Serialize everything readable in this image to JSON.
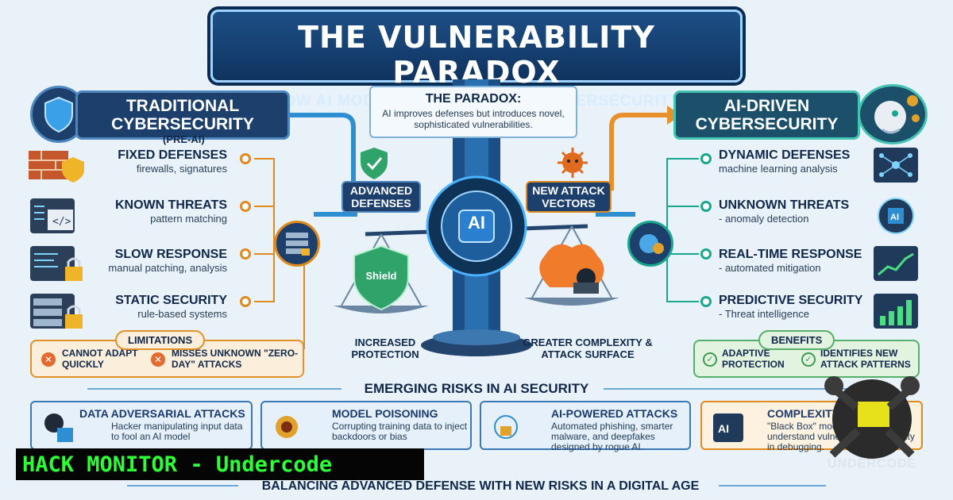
{
  "title": {
    "main": "THE VULNERABILITY PARADOX",
    "sub": "HOW AI MODELS ARE UPENDING CYBERSECURITY"
  },
  "left": {
    "heading": "TRADITIONAL CYBERSECURITY",
    "subheading": "(PRE-AI)",
    "items": [
      {
        "title": "FIXED DEFENSES",
        "sub": "firewalls, signatures"
      },
      {
        "title": "KNOWN THREATS",
        "sub": "pattern matching"
      },
      {
        "title": "SLOW RESPONSE",
        "sub": "manual patching, analysis"
      },
      {
        "title": "STATIC SECURITY",
        "sub": "rule-based systems"
      }
    ],
    "limitations": {
      "label": "LIMITATIONS",
      "a": "CANNOT ADAPT QUICKLY",
      "b": "MISSES UNKNOWN \"ZERO-DAY\" ATTACKS"
    }
  },
  "right": {
    "heading": "AI-DRIVEN CYBERSECURITY",
    "items": [
      {
        "title": "DYNAMIC DEFENSES",
        "sub": "machine learning analysis"
      },
      {
        "title": "UNKNOWN THREATS",
        "sub": "- anomaly detection"
      },
      {
        "title": "REAL-TIME RESPONSE",
        "sub": "- automated mitigation"
      },
      {
        "title": "PREDICTIVE SECURITY",
        "sub": "- Threat intelligence"
      }
    ],
    "benefits": {
      "label": "BENEFITS",
      "a": "ADAPTIVE PROTECTION",
      "b": "IDENTIFIES NEW ATTACK PATTERNS"
    }
  },
  "center": {
    "paradox_title": "THE PARADOX:",
    "paradox_text": "AI improves defenses but introduces novel, sophisticated vulnerabilities.",
    "advanced": "ADVANCED DEFENSES",
    "new_attack": "NEW ATTACK VECTORS",
    "ai": "AI",
    "shield": "Shield",
    "increased": "INCREASED PROTECTION",
    "greater": "GREATER COMPLEXITY & ATTACK SURFACE"
  },
  "risks": {
    "heading": "EMERGING RISKS IN AI SECURITY",
    "cards": [
      {
        "title": "DATA ADVERSARIAL ATTACKS",
        "text": "Hacker manipulating input data to fool an AI model"
      },
      {
        "title": "MODEL POISONING",
        "text": "Corrupting training data to inject backdoors or bias"
      },
      {
        "title": "AI-POWERED ATTACKS",
        "text": "Automated phishing, smarter malware, and deepfakes designed by rogue AI."
      },
      {
        "title": "COMPLEXITY",
        "text": "\"Black Box\" models hard-to-understand vulnerabilities, difficulty in debugging."
      }
    ],
    "footer": "BALANCING ADVANCED DEFENSE WITH NEW RISKS IN A DIGITAL AGE"
  },
  "watermark": {
    "hack": "HACK MONITOR - Undercode",
    "logo": "UNDERCODE"
  },
  "colors": {
    "navy": "#1c3f6b",
    "teal": "#19a88e",
    "orange": "#e08a1e",
    "green": "#2bff35"
  }
}
